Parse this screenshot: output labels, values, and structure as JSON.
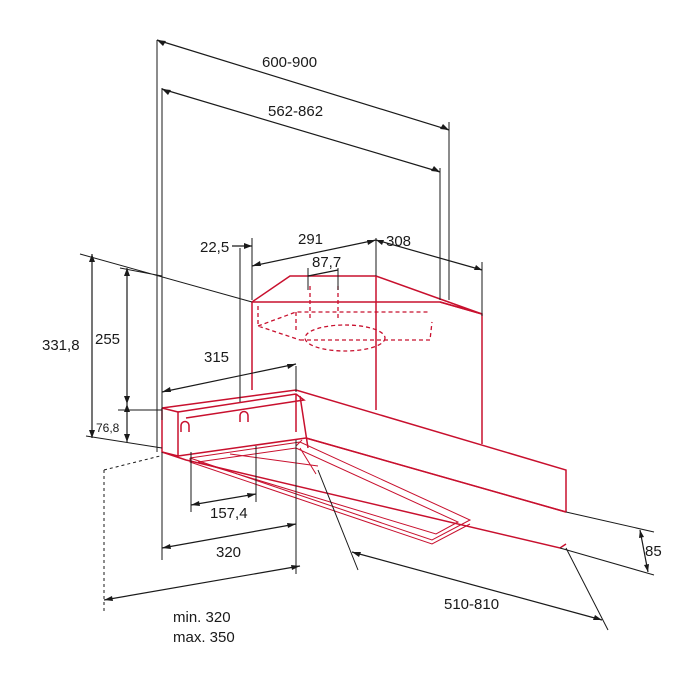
{
  "colors": {
    "hood_outline": "#c8102e",
    "dimension_lines": "#1a1a1a",
    "background": "#ffffff"
  },
  "dimensions": {
    "overall_width": "600-900",
    "inner_width": "562-862",
    "chimney_offset": "22,5",
    "chimney_width": "291",
    "chimney_depth": "308",
    "outlet_diameter": "87,7",
    "total_height": "331,8",
    "body_height": "255",
    "front_panel_height": "76,8",
    "side_depth": "315",
    "filter_offset": "157,4",
    "base_depth": "320",
    "installation_depth_min": "min. 320",
    "installation_depth_max": "max. 350",
    "extension_length": "510-810",
    "front_height": "85"
  }
}
